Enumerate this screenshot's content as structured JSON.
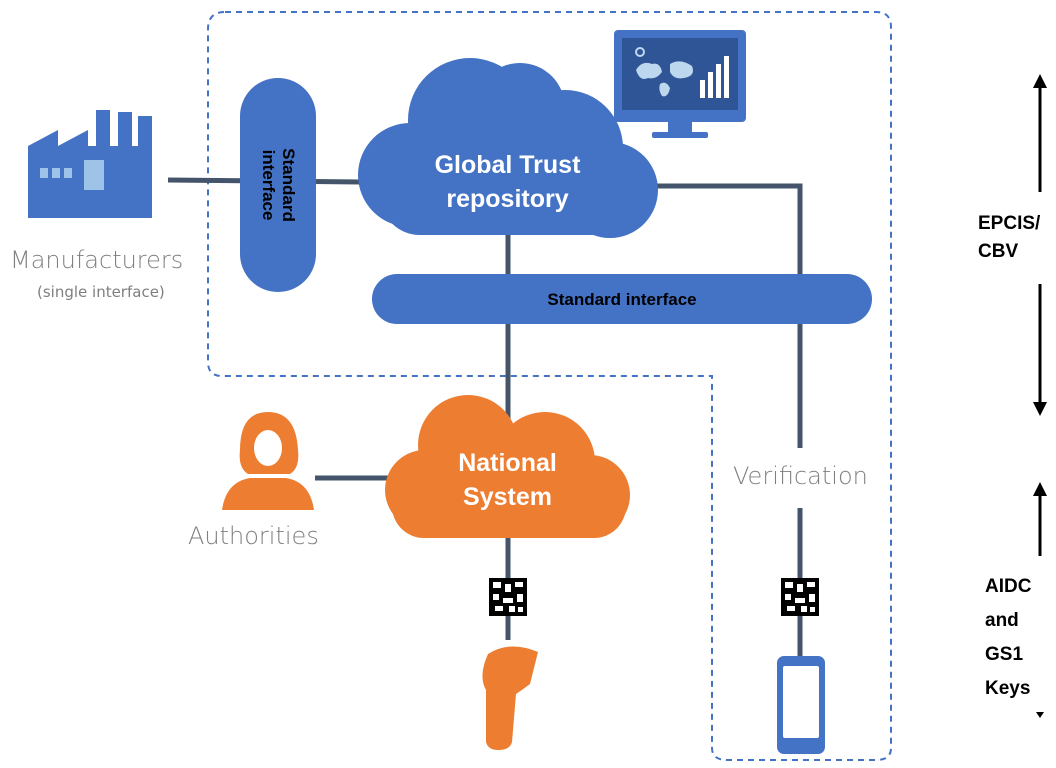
{
  "labels": {
    "manufacturers": "Manufacturers",
    "manufacturers_sub": "(single interface)",
    "standard_interface_vertical_line1": "Standard",
    "standard_interface_vertical_line2": "interface",
    "global_trust_line1": "Global Trust",
    "global_trust_line2": "repository",
    "standard_interface_horizontal": "Standard interface",
    "national_line1": "National",
    "national_line2": "System",
    "authorities": "Authorities",
    "verification": "Verification",
    "epcis_line1": "EPCIS/",
    "epcis_line2": "CBV",
    "aidc_line1": "AIDC",
    "aidc_line2": "and",
    "aidc_line3": "GS1",
    "aidc_line4": "Keys"
  },
  "icons": [
    "factory-icon",
    "monitor-icon",
    "person-icon",
    "datamatrix-icon",
    "scanner-icon",
    "smartphone-icon"
  ],
  "colors": {
    "blue": "#4472c4",
    "orange": "#ed7d31",
    "connector": "#44546a",
    "dashed": "#4472c4",
    "gray_text": "#7f7f7f"
  }
}
